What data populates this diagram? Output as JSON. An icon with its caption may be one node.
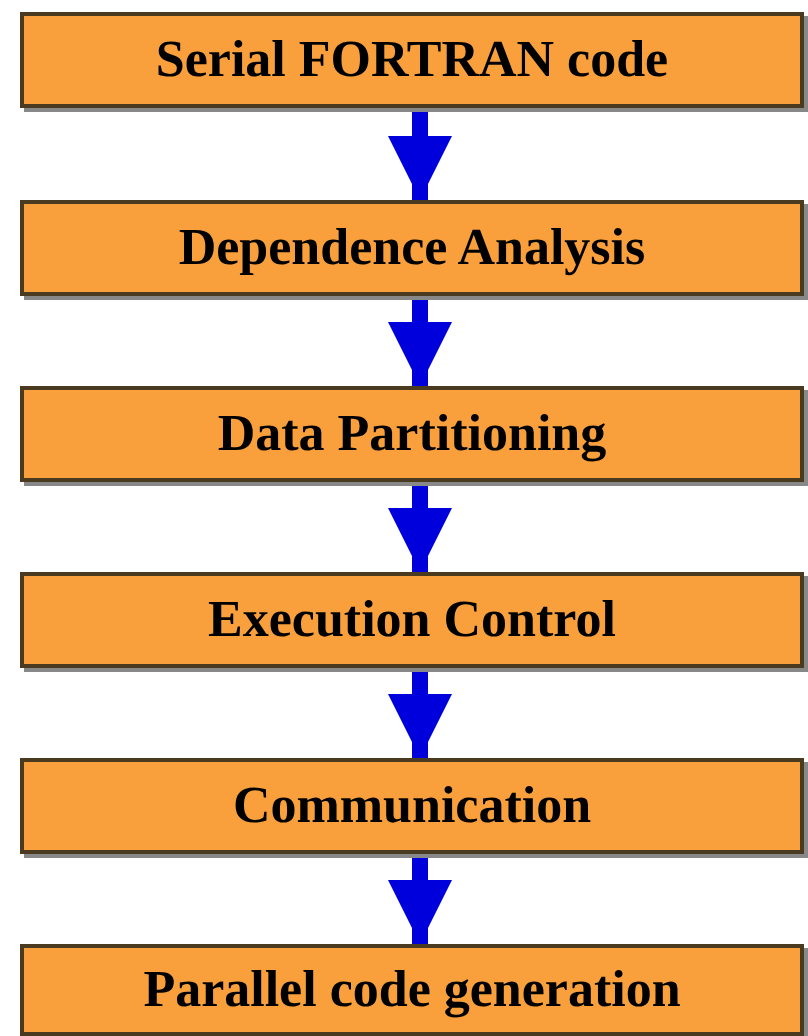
{
  "diagram": {
    "nodes": [
      {
        "text": [
          "Serial FORTRAN code"
        ]
      },
      {
        "text": [
          "Dependence Analysis"
        ]
      },
      {
        "text": [
          "Data Partitioning"
        ]
      },
      {
        "text": [
          "Execution Control"
        ]
      },
      {
        "text": [
          "Communication"
        ]
      },
      {
        "text": [
          "Parallel code generation"
        ]
      }
    ],
    "edges": [
      {
        "from": 0,
        "to": 1,
        "arrow": "to"
      },
      {
        "from": 1,
        "to": 2,
        "arrow": "to"
      },
      {
        "from": 2,
        "to": 3,
        "arrow": "to"
      },
      {
        "from": 3,
        "to": 4,
        "arrow": "to"
      },
      {
        "from": 4,
        "to": 5,
        "arrow": "to"
      }
    ]
  }
}
